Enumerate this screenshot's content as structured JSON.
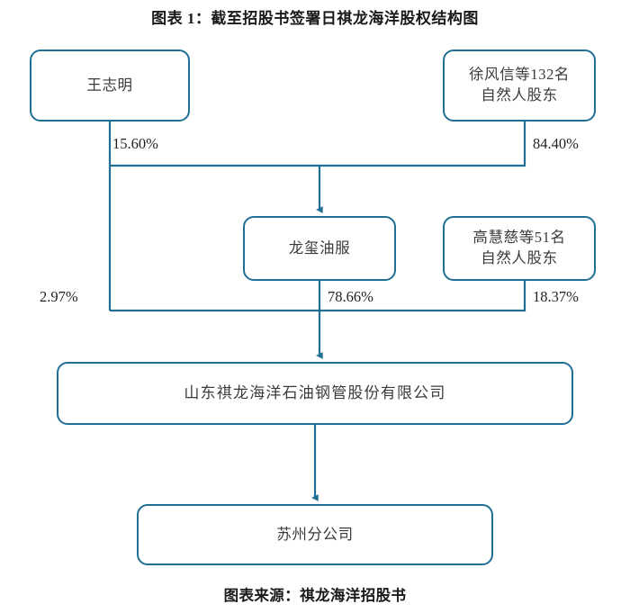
{
  "figure": {
    "title": "图表 1：截至招股书签署日祺龙海洋股权结构图",
    "source": "图表来源：祺龙海洋招股书",
    "accent_color": "#206f95",
    "text_color": "#3b3b3b"
  },
  "nodes": {
    "wang_zhiming": "王志明",
    "xu_fengxin_group": "徐风信等132名\n自然人股东",
    "longxi_oil_service": "龙玺油服",
    "gao_huici_group": "高慧慈等51名\n自然人股东",
    "main_company": "山东祺龙海洋石油钢管股份有限公司",
    "suzhou_branch": "苏州分公司"
  },
  "edges": [
    {
      "id": "wang-to-longxi",
      "from": "王志明",
      "to": "龙玺油服",
      "label": "15.60%"
    },
    {
      "id": "xu-to-longxi",
      "from": "徐风信等132名自然人股东",
      "to": "龙玺油服",
      "label": "84.40%"
    },
    {
      "id": "wang-to-main",
      "from": "王志明",
      "to": "山东祺龙海洋石油钢管股份有限公司",
      "label": "2.97%"
    },
    {
      "id": "longxi-to-main",
      "from": "龙玺油服",
      "to": "山东祺龙海洋石油钢管股份有限公司",
      "label": "78.66%"
    },
    {
      "id": "gao-to-main",
      "from": "高慧慈等51名自然人股东",
      "to": "山东祺龙海洋石油钢管股份有限公司",
      "label": "18.37%"
    },
    {
      "id": "main-to-branch",
      "from": "山东祺龙海洋石油钢管股份有限公司",
      "to": "苏州分公司",
      "label": ""
    }
  ],
  "edge_labels": {
    "wang_to_longxi": "15.60%",
    "xu_to_longxi": "84.40%",
    "wang_to_main": "2.97%",
    "longxi_to_main": "78.66%",
    "gao_to_main": "18.37%"
  }
}
